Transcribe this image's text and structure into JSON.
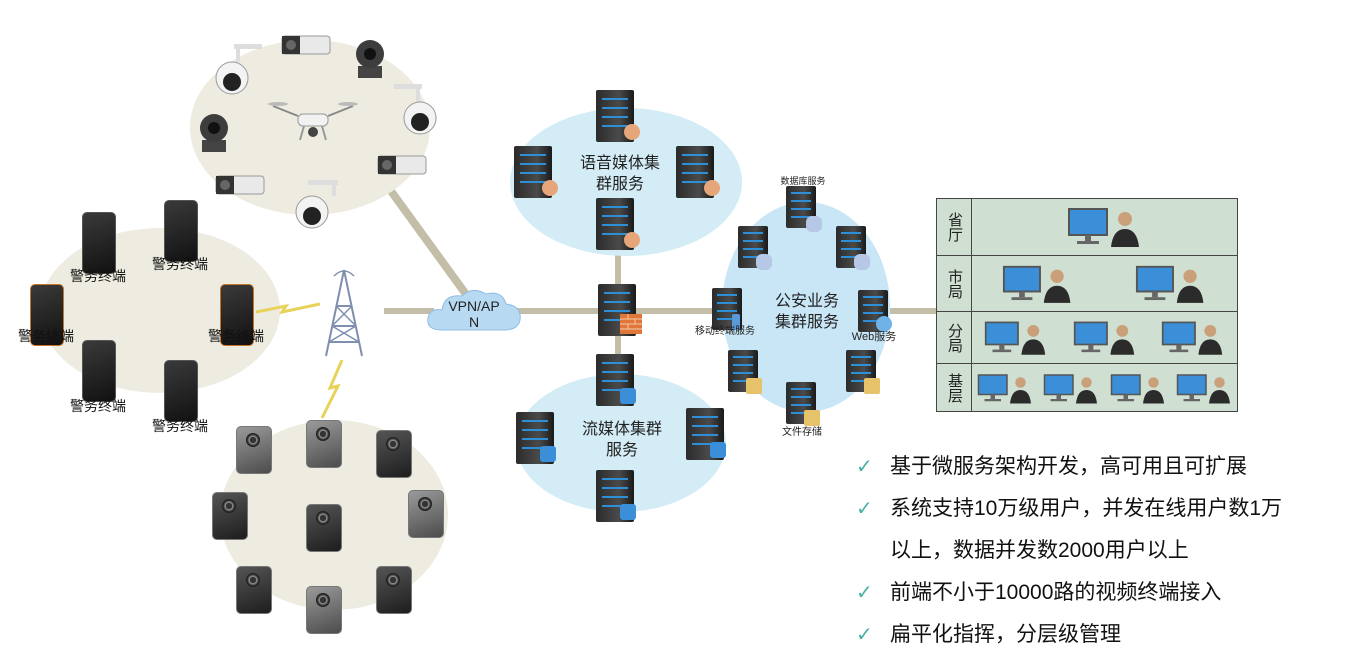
{
  "cloud": {
    "label": "VPN/APN"
  },
  "phones": {
    "label": "警务终端"
  },
  "clusters": {
    "voice": "语音媒体集群服务",
    "stream": "流媒体集群服务",
    "police": "公安业务集群服务",
    "db": "数据库服务",
    "mobile": "移动终端服务",
    "web": "Web服务",
    "file": "文件存储"
  },
  "levels": [
    {
      "label": "省厅",
      "count": 1
    },
    {
      "label": "市局",
      "count": 2
    },
    {
      "label": "分局",
      "count": 3
    },
    {
      "label": "基层",
      "count": 4
    }
  ],
  "bullets": [
    "基于微服务架构开发，高可用且可扩展",
    "系统支持10万级用户，并发在线用户数1万",
    "以上，数据并发数2000用户以上",
    "前端不小于10000路的视频终端接入",
    "扁平化指挥，分层级管理"
  ],
  "colors": {
    "beige": "#eeece1",
    "blue": "#d3ecf6",
    "table_bg": "#cfe0d2",
    "check": "#4bb0a4"
  }
}
